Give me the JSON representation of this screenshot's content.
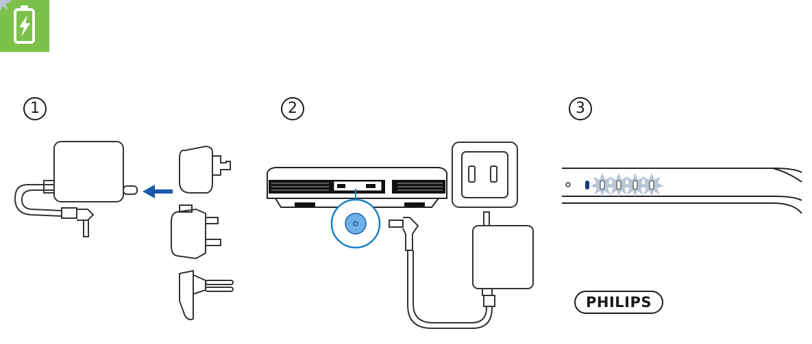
{
  "badge": {
    "icon": "battery-charging-icon",
    "color": "#7cc14a"
  },
  "steps": [
    {
      "label": "1"
    },
    {
      "label": "2"
    },
    {
      "label": "3"
    }
  ],
  "brand": {
    "logo_text": "PHILIPS"
  },
  "colors": {
    "highlight": "#1a7fc2",
    "arrow": "#1a5aa8",
    "badge": "#7cc14a"
  }
}
